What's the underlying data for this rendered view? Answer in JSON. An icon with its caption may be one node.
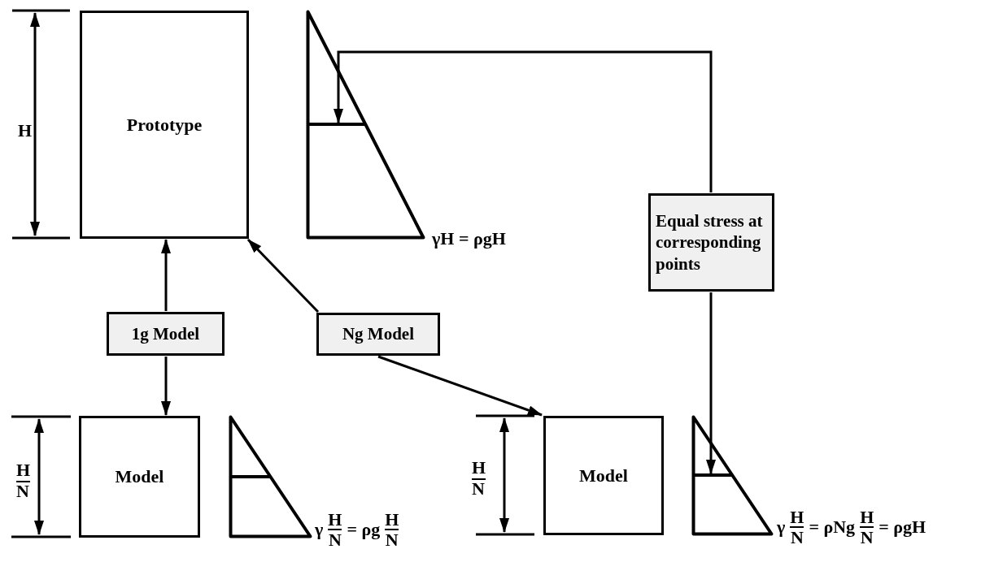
{
  "diagram": {
    "nodes": [
      {
        "text": [
          "Prototype"
        ]
      },
      {
        "text": [],
        "shape": "triangle",
        "beside": [
          "γH = ρgH"
        ]
      },
      {
        "text": [
          "Equal stress at corresponding points"
        ]
      },
      {
        "text": [
          "1g Model"
        ]
      },
      {
        "text": [
          "Ng Model"
        ]
      },
      {
        "text": [
          "Model"
        ]
      },
      {
        "text": [],
        "shape": "triangle",
        "beside": [
          "γ",
          "H",
          "N",
          "= ρg",
          "H",
          "N"
        ]
      },
      {
        "text": [
          "Model"
        ]
      },
      {
        "text": [],
        "shape": "triangle",
        "beside": [
          "γ",
          "H",
          "N",
          "= ρNg",
          "H",
          "N",
          "= ρgH"
        ]
      }
    ],
    "edges": [
      {
        "from": 3,
        "to": 0,
        "arrow": "to"
      },
      {
        "from": 3,
        "to": 5,
        "arrow": "to"
      },
      {
        "from": 4,
        "to": 0,
        "arrow": "to"
      },
      {
        "from": 4,
        "to": 7,
        "arrow": "to"
      },
      {
        "from": 2,
        "to": 1,
        "arrow": "to"
      },
      {
        "from": 2,
        "to": 8,
        "arrow": "to"
      }
    ],
    "labels": [
      "H",
      "H",
      "N",
      "H",
      "N"
    ]
  }
}
